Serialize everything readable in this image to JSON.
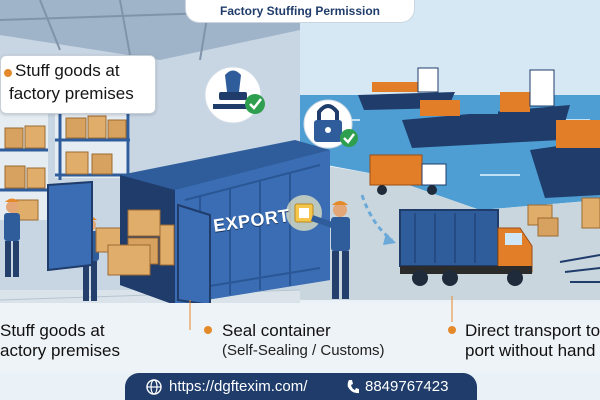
{
  "header": {
    "title": "Factory Stuffing Permission"
  },
  "steps": [
    {
      "lines": [
        "Stuff goods at",
        "factory premises"
      ],
      "visible_lines": [
        "Stuff goods at",
        "actory premises"
      ]
    },
    {
      "lines": [
        "Seal container",
        "(Self-Sealing / Customs)"
      ]
    },
    {
      "lines": [
        "Direct transport to",
        "port without hand"
      ],
      "visible_lines": [
        "Direct transport to",
        "port without hand"
      ]
    }
  ],
  "container": {
    "label": "EXPORT",
    "color": "#2f5d9c"
  },
  "footer": {
    "website": "https://dgftexim.com/",
    "website_icon": "globe-icon",
    "phone": "8849767423",
    "phone_icon": "phone-icon"
  },
  "icons": [
    "stamp-icon",
    "padlock-icon",
    "check-icon",
    "seal-tag-icon",
    "arrow-icon",
    "container-ship-icon",
    "truck-icon"
  ],
  "colors": {
    "accent": "#e58a2a",
    "navy": "#1f3c6b",
    "success": "#2e9e4f",
    "water": "#4e9ed3",
    "container_orange": "#e27d28"
  }
}
